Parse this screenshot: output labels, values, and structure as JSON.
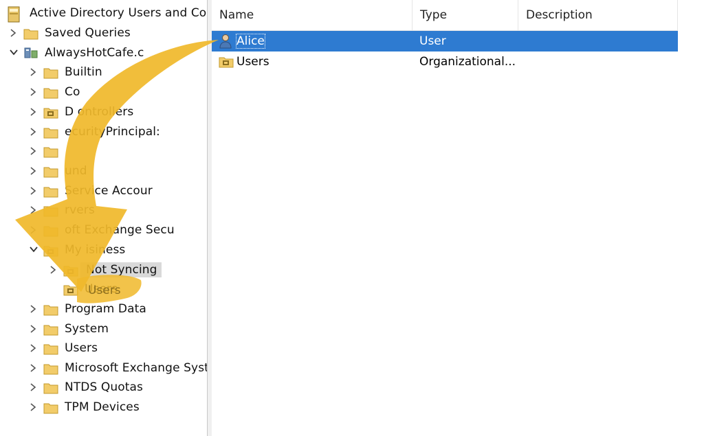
{
  "tree": {
    "root_label": "Active Directory Users and Com",
    "items": [
      {
        "label": "Saved Queries"
      },
      {
        "label": "AlwaysHotCafe.c"
      },
      {
        "label": "Builtin"
      },
      {
        "label": "Co"
      },
      {
        "label": "D       ontrollers"
      },
      {
        "label": "       ecurityPrincipal:"
      },
      {
        "label": ""
      },
      {
        "label": "           und"
      },
      {
        "label": "       Service Accour"
      },
      {
        "label": "       rvers"
      },
      {
        "label": "       oft Exchange Secu"
      },
      {
        "label": "My   isiness"
      },
      {
        "label": "Not Syncing"
      },
      {
        "label": "Users"
      },
      {
        "label": "Program Data"
      },
      {
        "label": "System"
      },
      {
        "label": "Users"
      },
      {
        "label": "Microsoft Exchange Syste"
      },
      {
        "label": "NTDS Quotas"
      },
      {
        "label": "TPM Devices"
      }
    ]
  },
  "list": {
    "columns": [
      "Name",
      "Type",
      "Description"
    ],
    "rows": [
      {
        "name": "Alice",
        "type": "User",
        "icon": "user-icon",
        "selected": true
      },
      {
        "name": "Users",
        "type": "Organizational...",
        "icon": "ou-folder-icon",
        "selected": false
      }
    ]
  },
  "annotation": {
    "color": "#f0b82a",
    "icon": "drag-arrow"
  },
  "colors": {
    "selection": "#2e7bd1",
    "tree_selection": "#d9d9d9",
    "folder": "#f2cc6a"
  }
}
